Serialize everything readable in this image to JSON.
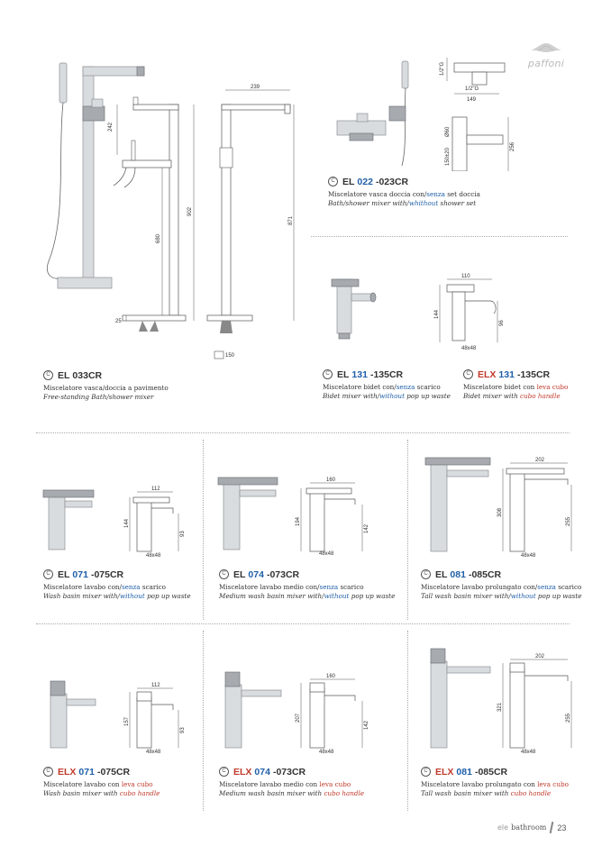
{
  "brand_logo": "paffoni",
  "products": {
    "el033": {
      "code_prefix": "EL",
      "code_num": "033CR",
      "it": "Miscelatore vasca/doccia a pavimento",
      "en": "Free-standing Bath/shower mixer",
      "dims": [
        "242",
        "902",
        "680",
        "25",
        "239",
        "871",
        "150"
      ]
    },
    "el022": {
      "code_prefix": "EL",
      "code_num": "022",
      "code_suffix": "-023CR",
      "it_pre": "Miscelatore vasca doccia con/",
      "it_hl": "senza",
      "it_post": " set doccia",
      "en_pre": "Bath/shower mixer with/",
      "en_hl": "whithout",
      "en_post": " shower set",
      "dims": [
        "1/2\"G",
        "1/2\"G",
        "149",
        "150±20",
        "Ø60",
        "256"
      ]
    },
    "el131": {
      "code_prefix": "EL",
      "code_num": "131",
      "code_suffix": "-135CR",
      "it_pre": "Miscelatore bidet con/",
      "it_hl": "senza",
      "it_post": " scarico",
      "en_pre": "Bidet mixer with/",
      "en_hl": "without",
      "en_post": " pop up waste"
    },
    "elx131": {
      "code_prefix": "ELX",
      "code_num": "131",
      "code_suffix": "-135CR",
      "it_pre": "Miscelatore bidet con ",
      "it_hl": "leva cubo",
      "it_post": "",
      "en_pre": "Bidet mixer with ",
      "en_hl": "cubo handle",
      "en_post": "",
      "dims": [
        "110",
        "144",
        "96",
        "48x48"
      ]
    },
    "el071": {
      "code_prefix": "EL",
      "code_num": "071",
      "code_suffix": "-075CR",
      "it_pre": "Miscelatore lavabo con/",
      "it_hl": "senza",
      "it_post": " scarico",
      "en_pre": "Wash basin mixer with/",
      "en_hl": "without",
      "en_post": " pop up waste",
      "dims": [
        "112",
        "144",
        "93",
        "48x48"
      ]
    },
    "el074": {
      "code_prefix": "EL",
      "code_num": "074",
      "code_suffix": "-073CR",
      "it_pre": "Miscelatore lavabo medio con/",
      "it_hl": "senza",
      "it_post": " scarico",
      "en_pre": "Medium wash basin mixer with/",
      "en_hl": "without",
      "en_post": " pop up waste",
      "dims": [
        "160",
        "194",
        "142",
        "48x48"
      ]
    },
    "el081": {
      "code_prefix": "EL",
      "code_num": "081",
      "code_suffix": "-085CR",
      "it_pre": "Miscelatore lavabo prolungato con/",
      "it_hl": "senza",
      "it_post": " scarico",
      "en_pre": "Tall wash basin mixer with/",
      "en_hl": "without",
      "en_post": " pop up waste",
      "dims": [
        "202",
        "308",
        "255",
        "48x48"
      ]
    },
    "elx071": {
      "code_prefix": "ELX",
      "code_num": "071",
      "code_suffix": "-075CR",
      "it_pre": "Miscelatore lavabo con ",
      "it_hl": "leva cubo",
      "it_post": "",
      "en_pre": "Wash basin mixer with ",
      "en_hl": "cubo handle",
      "en_post": "",
      "dims": [
        "112",
        "157",
        "93",
        "48x48"
      ]
    },
    "elx074": {
      "code_prefix": "ELX",
      "code_num": "074",
      "code_suffix": "-073CR",
      "it_pre": "Miscelatore lavabo medio con ",
      "it_hl": "leva cubo",
      "it_post": "",
      "en_pre": "Medium wash basin mixer with ",
      "en_hl": "cubo handle",
      "en_post": "",
      "dims": [
        "160",
        "207",
        "142",
        "48x48"
      ]
    },
    "elx081": {
      "code_prefix": "ELX",
      "code_num": "081",
      "code_suffix": "-085CR",
      "it_pre": "Miscelatore lavabo prolungato con ",
      "it_hl": "leva cubo",
      "it_post": "",
      "en_pre": "Tall wash basin mixer with ",
      "en_hl": "cubo handle",
      "en_post": "",
      "dims": [
        "202",
        "321",
        "255",
        "48x48"
      ]
    }
  },
  "footer": {
    "brand": "ele",
    "section": "bathroom",
    "page": "23"
  },
  "colors": {
    "accent_blue": "#1f5fa8",
    "accent_red": "#c0392b",
    "text": "#333333"
  }
}
